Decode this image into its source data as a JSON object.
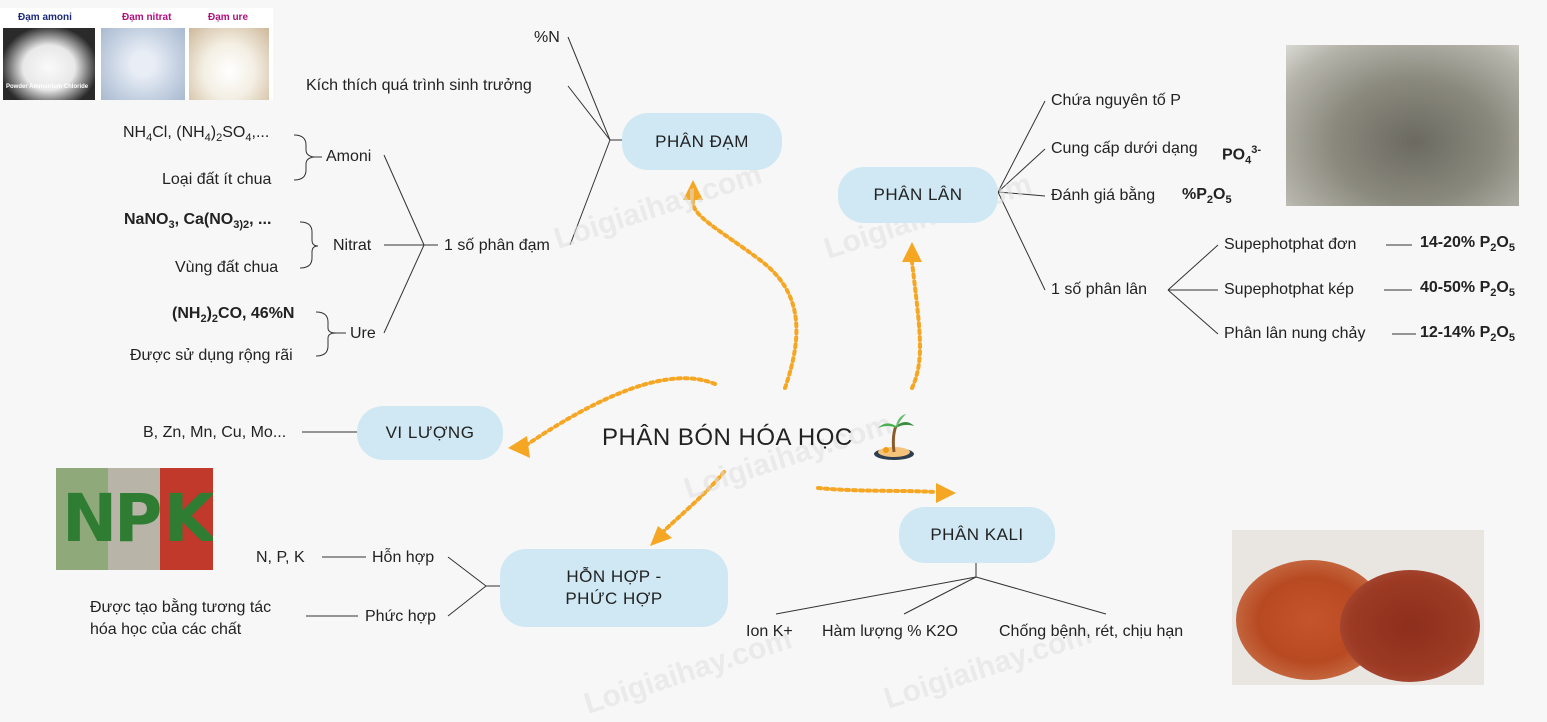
{
  "center": {
    "title": "PHÂN BÓN HÓA HỌC"
  },
  "phan_dam": {
    "label": "PHÂN ĐẠM",
    "percent_n": "%N",
    "growth": "Kích thích quá trình sinh trưởng",
    "some_types": "1 số phân đạm",
    "amoni": {
      "label": "Amoni",
      "formula_a": "NH",
      "formula_b": "4",
      "formula_c": "Cl, (NH",
      "formula_d": "4",
      "formula_e": ")",
      "formula_f": "2",
      "formula_g": "SO",
      "formula_h": "4",
      "formula_i": ",...",
      "soil": "Loại đất ít chua"
    },
    "nitrat": {
      "label": "Nitrat",
      "formula_a": "NaNO",
      "formula_b": "3",
      "formula_c": ", Ca(NO",
      "formula_d": "3)2",
      "formula_e": ", ...",
      "soil": "Vùng đất chua"
    },
    "ure": {
      "label": "Ure",
      "formula_a": "(NH",
      "formula_b": "2",
      "formula_c": ")",
      "formula_d": "2",
      "formula_e": "CO, 46%N",
      "usage": "Được sử dụng rộng rãi"
    }
  },
  "phan_lan": {
    "label": "PHÂN LÂN",
    "contains": "Chứa nguyên tố P",
    "supply": "Cung cấp dưới dạng",
    "supply_f1": "PO",
    "supply_f2": "4",
    "supply_f3": "3-",
    "evaluate": "Đánh giá bằng",
    "eval_f1": "%P",
    "eval_f2": "2",
    "eval_f3": "O",
    "eval_f4": "5",
    "some_types": "1 số phân lân",
    "types": [
      {
        "name": "Supephotphat đơn",
        "pct": "14-20% P",
        "s1": "2",
        "o": "O",
        "s2": "5"
      },
      {
        "name": "Supephotphat kép",
        "pct": "40-50% P",
        "s1": "2",
        "o": "O",
        "s2": "5"
      },
      {
        "name": "Phân lân nung chảy",
        "pct": "12-14% P",
        "s1": "2",
        "o": "O",
        "s2": "5"
      }
    ]
  },
  "vi_luong": {
    "label": "VI LƯỢNG",
    "elements": "B, Zn, Mn, Cu, Mo..."
  },
  "hon_hop": {
    "label_line1": "HỖN HỢP -",
    "label_line2": "PHỨC HỢP",
    "mixed": "Hỗn hợp",
    "mixed_detail": "N, P, K",
    "complex": "Phức hợp",
    "complex_detail_line1": "Được tạo bằng tương tác",
    "complex_detail_line2": "hóa học của các chất"
  },
  "phan_kali": {
    "label": "PHÂN KALI",
    "items": [
      "Ion K+",
      "Hàm lượng % K2O",
      "Chống bệnh, rét, chịu hạn"
    ]
  },
  "photos": {
    "dam": {
      "labels": [
        "Đạm amoni",
        "Đạm nitrat",
        "Đạm ure"
      ],
      "caption": "Powder Ammonium Chloride"
    },
    "npk": {
      "letters": [
        "N",
        "P",
        "K"
      ]
    }
  },
  "watermark": "Loigiaihay.com",
  "colors": {
    "node": "#cfe8f3",
    "arrow": "#f5a623",
    "line": "#333333"
  }
}
